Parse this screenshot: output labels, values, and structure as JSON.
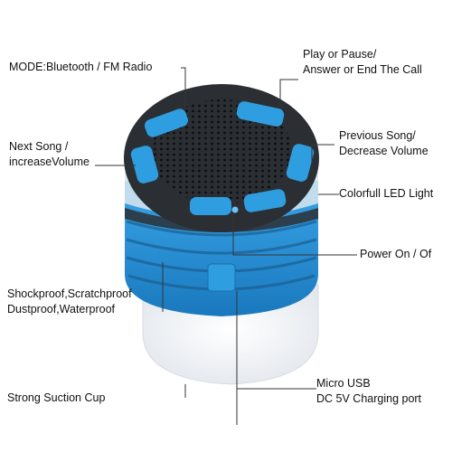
{
  "callouts": {
    "mode": "MODE:Bluetooth / FM Radio",
    "play_pause": [
      "Play or Pause/",
      "Answer or End The Call"
    ],
    "previous_song": [
      "Previous Song/",
      "Decrease Volume"
    ],
    "next_song": [
      "Next Song /",
      "increaseVolume"
    ],
    "led": "Colorfull LED Light",
    "power": "Power On / Of",
    "protection": [
      "Shockproof,Scratchproof",
      "Dustproof,Waterproof"
    ],
    "suction": "Strong Suction Cup",
    "usb": [
      "Micro USB",
      "DC 5V Charging port"
    ]
  },
  "colors": {
    "blue": "#2f9ee0",
    "dark_blue": "#1a6ea8",
    "body_dark": "#2b2f34",
    "grille": "#1e2227",
    "cup": "#f2f4f6",
    "line": "#333333"
  }
}
